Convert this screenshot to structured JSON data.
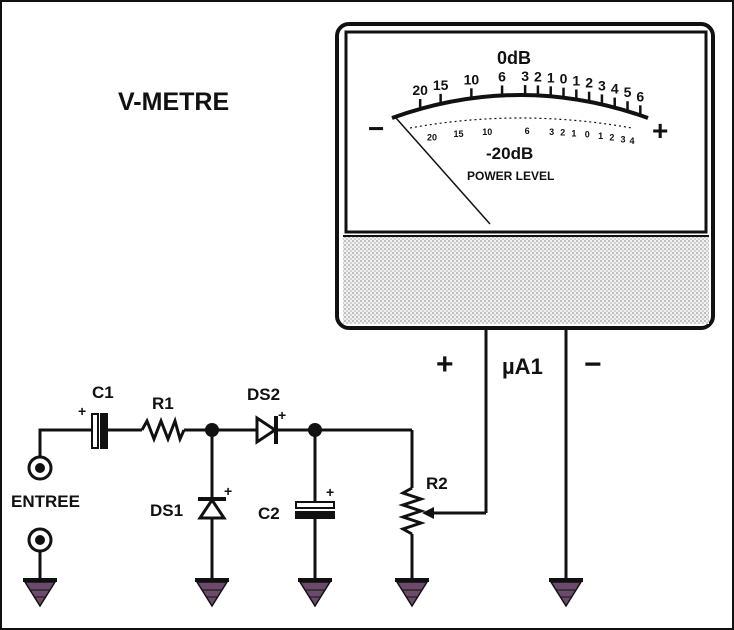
{
  "title": "V-METRE",
  "meter": {
    "label_0db": "0dB",
    "label_minus20db": "-20dB",
    "label_power_level": "POWER LEVEL",
    "sign_minus": "−",
    "sign_plus": "+",
    "outer_scale": [
      "20",
      "15",
      "10",
      "6",
      "3",
      "2",
      "1",
      "0",
      "1",
      "2",
      "3",
      "4",
      "5",
      "6"
    ],
    "inner_scale": [
      "20",
      "15",
      "10",
      "6",
      "3",
      "2",
      "1",
      "0",
      "1",
      "2",
      "3",
      "4"
    ]
  },
  "components": {
    "c1": "C1",
    "r1": "R1",
    "ds2": "DS2",
    "ds1": "DS1",
    "c2": "C2",
    "r2": "R2",
    "entree": "ENTREE",
    "meter_name": "µA1",
    "meter_plus": "+",
    "meter_minus": "−",
    "polarity": "+"
  },
  "colors": {
    "ink": "#111111",
    "meter_face": "#ffffff",
    "grille": "#d8d8d8",
    "ground_tint": "#6b4a6b"
  }
}
